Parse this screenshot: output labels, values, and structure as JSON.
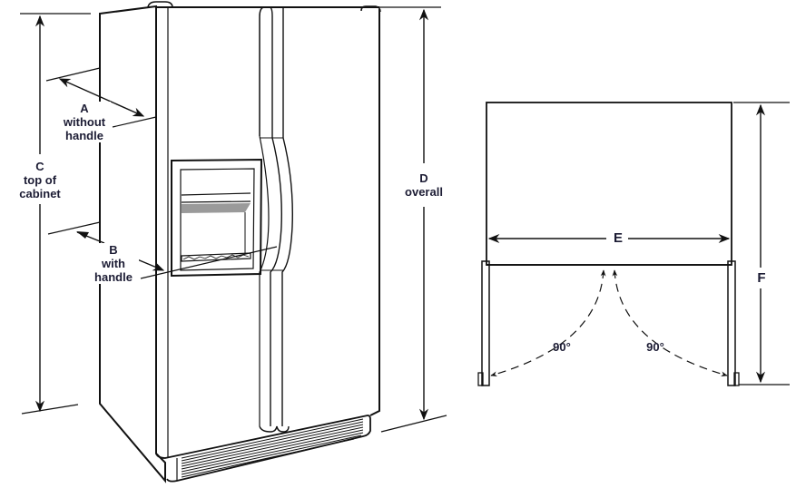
{
  "diagram": {
    "subject": "side-by-side refrigerator dimension diagram",
    "colors": {
      "line": "#111111",
      "text": "#1c1c34",
      "shade": "#9a9a9a",
      "background": "#ffffff"
    },
    "front_view": {
      "labels": {
        "A": {
          "letter": "A",
          "line1": "without",
          "line2": "handle"
        },
        "B": {
          "letter": "B",
          "line1": "with",
          "line2": "handle"
        },
        "C": {
          "letter": "C",
          "line1": "top of",
          "line2": "cabinet"
        },
        "D": {
          "letter": "D",
          "line1": "overall"
        }
      }
    },
    "top_view": {
      "labels": {
        "E": {
          "letter": "E"
        },
        "F": {
          "letter": "F"
        },
        "angle_left": "90°",
        "angle_right": "90°"
      }
    }
  }
}
